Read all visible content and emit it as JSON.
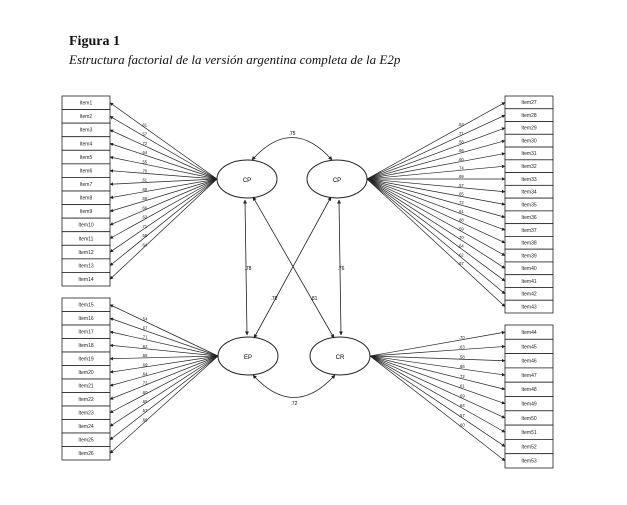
{
  "figure": {
    "title": "Figura 1",
    "caption": "Estructura factorial de la versión argentina completa de la E2p"
  },
  "factors": {
    "top_left": "CP",
    "top_right": "CP",
    "bottom_left": "EP",
    "bottom_right": "CR"
  },
  "items": {
    "top_left": [
      "Item1",
      "Item2",
      "Item3",
      "Item4",
      "Item5",
      "Item6",
      "Item7",
      "Item8",
      "Item9",
      "Item10",
      "Item11",
      "Item12",
      "Item13",
      "Item14"
    ],
    "bottom_left": [
      "Item15",
      "Item16",
      "Item17",
      "Item18",
      "Item19",
      "Item20",
      "Item21",
      "Item22",
      "Item23",
      "Item24",
      "Item25",
      "Item26"
    ],
    "top_right": [
      "Item27",
      "Item28",
      "Item29",
      "Item30",
      "Item31",
      "Item32",
      "Item33",
      "Item34",
      "Item35",
      "Item36",
      "Item37",
      "Item38",
      "Item39",
      "Item40",
      "Item41",
      "Item42",
      "Item43"
    ],
    "bottom_right": [
      "Item44",
      "Item45",
      "Item46",
      "Item47",
      "Item48",
      "Item49",
      "Item50",
      "Item51",
      "Item52",
      "Item53"
    ]
  },
  "loadings": {
    "top_left": [
      ".61",
      ".57",
      ".72",
      ".64",
      ".55",
      ".70",
      ".61",
      ".68",
      ".59",
      ".66",
      ".63",
      ".71",
      ".58",
      ".64"
    ],
    "bottom_left": [
      ".54",
      ".67",
      ".71",
      ".62",
      ".58",
      ".69",
      ".64",
      ".73",
      ".60",
      ".65",
      ".57",
      ".66"
    ],
    "top_right": [
      ".63",
      ".71",
      ".58",
      ".66",
      ".60",
      ".74",
      ".69",
      ".57",
      ".65",
      ".72",
      ".61",
      ".68",
      ".59",
      ".70",
      ".64",
      ".62",
      ".67"
    ],
    "bottom_right": [
      ".70",
      ".63",
      ".58",
      ".66",
      ".72",
      ".61",
      ".69",
      ".64",
      ".57",
      ".60"
    ]
  },
  "correlations": {
    "top": ".75",
    "bottom": ".72",
    "left": ".78",
    "right": ".76",
    "diag_a": ".70",
    "diag_b": ".81"
  }
}
